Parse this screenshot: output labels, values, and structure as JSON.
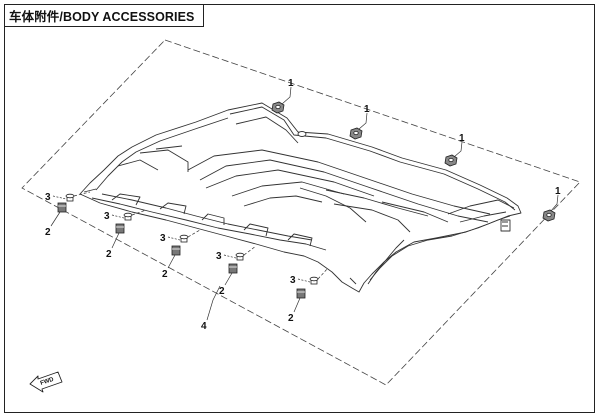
{
  "title": "车体附件/BODY ACCESSORIES",
  "callouts": {
    "c1a": "1",
    "c1b": "1",
    "c1c": "1",
    "c1d": "1",
    "c3a": "3",
    "c3b": "3",
    "c3c": "3",
    "c3d": "3",
    "c3e": "3",
    "c2a": "2",
    "c2b": "2",
    "c2c": "2",
    "c2d": "2",
    "c2e": "2",
    "c4": "4"
  },
  "nav_icon": {
    "icon": "arrow-left-icon",
    "label": "FWD"
  }
}
